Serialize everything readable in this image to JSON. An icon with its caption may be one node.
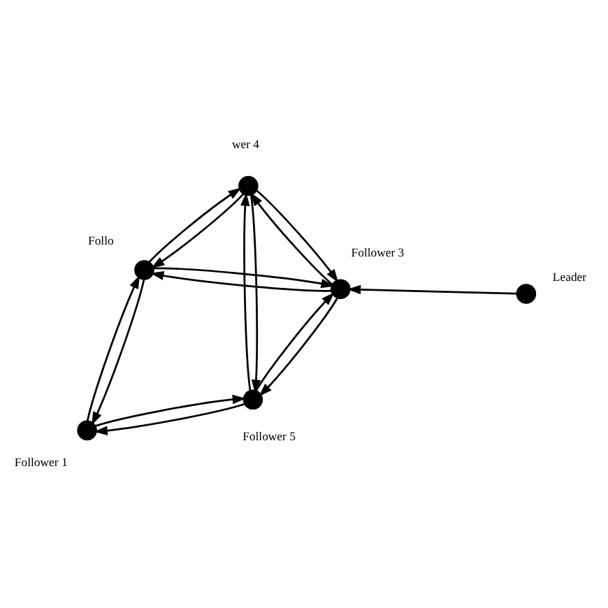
{
  "diagram": {
    "nodes": [
      {
        "text": [],
        "shape": "circle",
        "beside": [
          "Leader"
        ]
      },
      {
        "text": [],
        "shape": "circle",
        "beside": [
          "Follower 3"
        ]
      },
      {
        "text": [],
        "shape": "circle",
        "beside": [
          "wer 4"
        ]
      },
      {
        "text": [],
        "shape": "circle",
        "beside": [
          "Follo"
        ]
      },
      {
        "text": [],
        "shape": "circle",
        "beside": [
          "Follower 5"
        ]
      },
      {
        "text": [],
        "shape": "circle",
        "beside": [
          "Follower 1"
        ]
      }
    ],
    "edges": [
      {
        "from": 0,
        "to": 1,
        "arrow": "to"
      },
      {
        "from": 2,
        "to": 1,
        "arrow": "to"
      },
      {
        "from": 1,
        "to": 2,
        "arrow": "to"
      },
      {
        "from": 3,
        "to": 1,
        "arrow": "to"
      },
      {
        "from": 1,
        "to": 3,
        "arrow": "to"
      },
      {
        "from": 3,
        "to": 2,
        "arrow": "to"
      },
      {
        "from": 2,
        "to": 3,
        "arrow": "to"
      },
      {
        "from": 2,
        "to": 4,
        "arrow": "to"
      },
      {
        "from": 4,
        "to": 2,
        "arrow": "to"
      },
      {
        "from": 4,
        "to": 1,
        "arrow": "to"
      },
      {
        "from": 1,
        "to": 4,
        "arrow": "to"
      },
      {
        "from": 4,
        "to": 5,
        "arrow": "to"
      },
      {
        "from": 5,
        "to": 4,
        "arrow": "to"
      },
      {
        "from": 5,
        "to": 3,
        "arrow": "to"
      },
      {
        "from": 3,
        "to": 5,
        "arrow": "to"
      }
    ]
  }
}
